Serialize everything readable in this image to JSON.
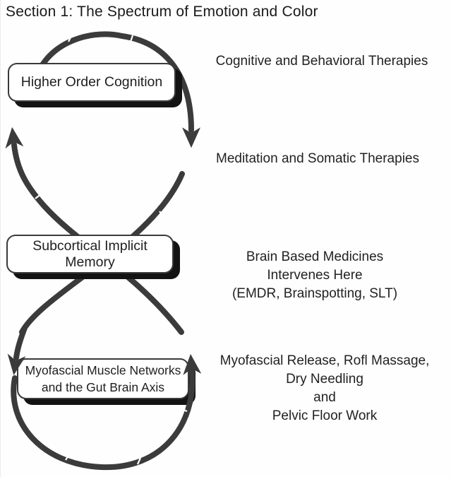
{
  "title": "Section 1: The Spectrum of Emotion and Color",
  "colors": {
    "arrow_stroke": "#3b3b3b",
    "node_border": "#3a3a3a",
    "node_shadow": "#131313",
    "text": "#1e1e1e",
    "background": "#fefefe"
  },
  "diagram": {
    "nodes": [
      {
        "id": "higher-order-cognition",
        "lines": [
          "Higher Order Cognition"
        ]
      },
      {
        "id": "subcortical-implicit-memory",
        "lines": [
          "Subcortical Implicit",
          "Memory"
        ]
      },
      {
        "id": "myofascial-networks-gut-brain-axis",
        "lines": [
          "Myofascial Muscle Networks",
          "and the Gut Brain Axis"
        ]
      }
    ],
    "labels": [
      {
        "id": "cognitive-behavioral",
        "lines": [
          "Cognitive and Behavioral Therapies"
        ]
      },
      {
        "id": "meditation-somatic",
        "lines": [
          "Meditation and Somatic Therapies"
        ]
      },
      {
        "id": "brain-based-medicines",
        "lines": [
          "Brain Based Medicines",
          "Intervenes Here",
          "(EMDR, Brainspotting, SLT)"
        ]
      },
      {
        "id": "myofascial-release",
        "lines": [
          "Myofascial Release, Rofl Massage,",
          "Dry Needling",
          "and",
          "Pelvic Floor Work"
        ]
      }
    ],
    "arrows": [
      {
        "name": "top-loop-arrow",
        "direction": "down"
      },
      {
        "name": "up-left-arrow",
        "direction": "up-left"
      },
      {
        "name": "down-left-arrow",
        "direction": "down-left"
      },
      {
        "name": "bottom-loop-arrow",
        "direction": "up"
      }
    ]
  }
}
